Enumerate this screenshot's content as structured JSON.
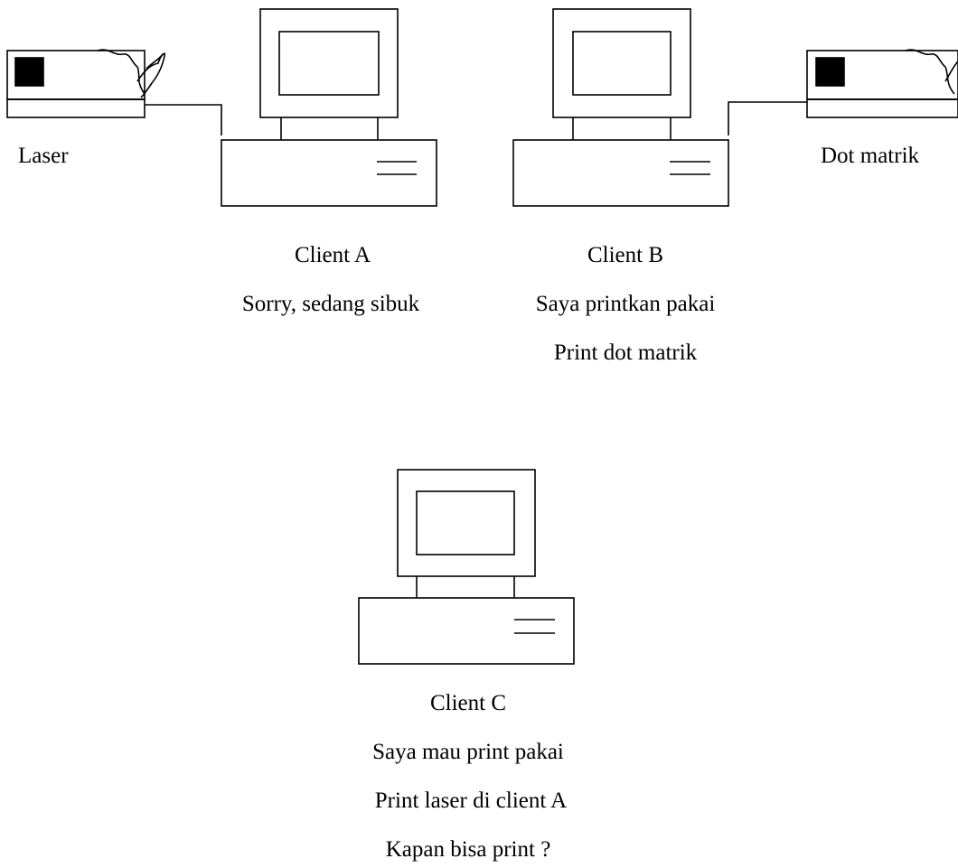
{
  "printers": {
    "laser": {
      "label": "Laser"
    },
    "dot_matrix": {
      "label": "Dot matrik"
    }
  },
  "clients": {
    "a": {
      "name": "Client A",
      "lines": [
        "Sorry, sedang sibuk"
      ]
    },
    "b": {
      "name": "Client B",
      "lines": [
        "Saya printkan pakai",
        "Print dot matrik"
      ]
    },
    "c": {
      "name": "Client C",
      "lines": [
        "Saya mau print pakai",
        "Print laser di client A",
        "Kapan bisa print ?"
      ]
    }
  }
}
